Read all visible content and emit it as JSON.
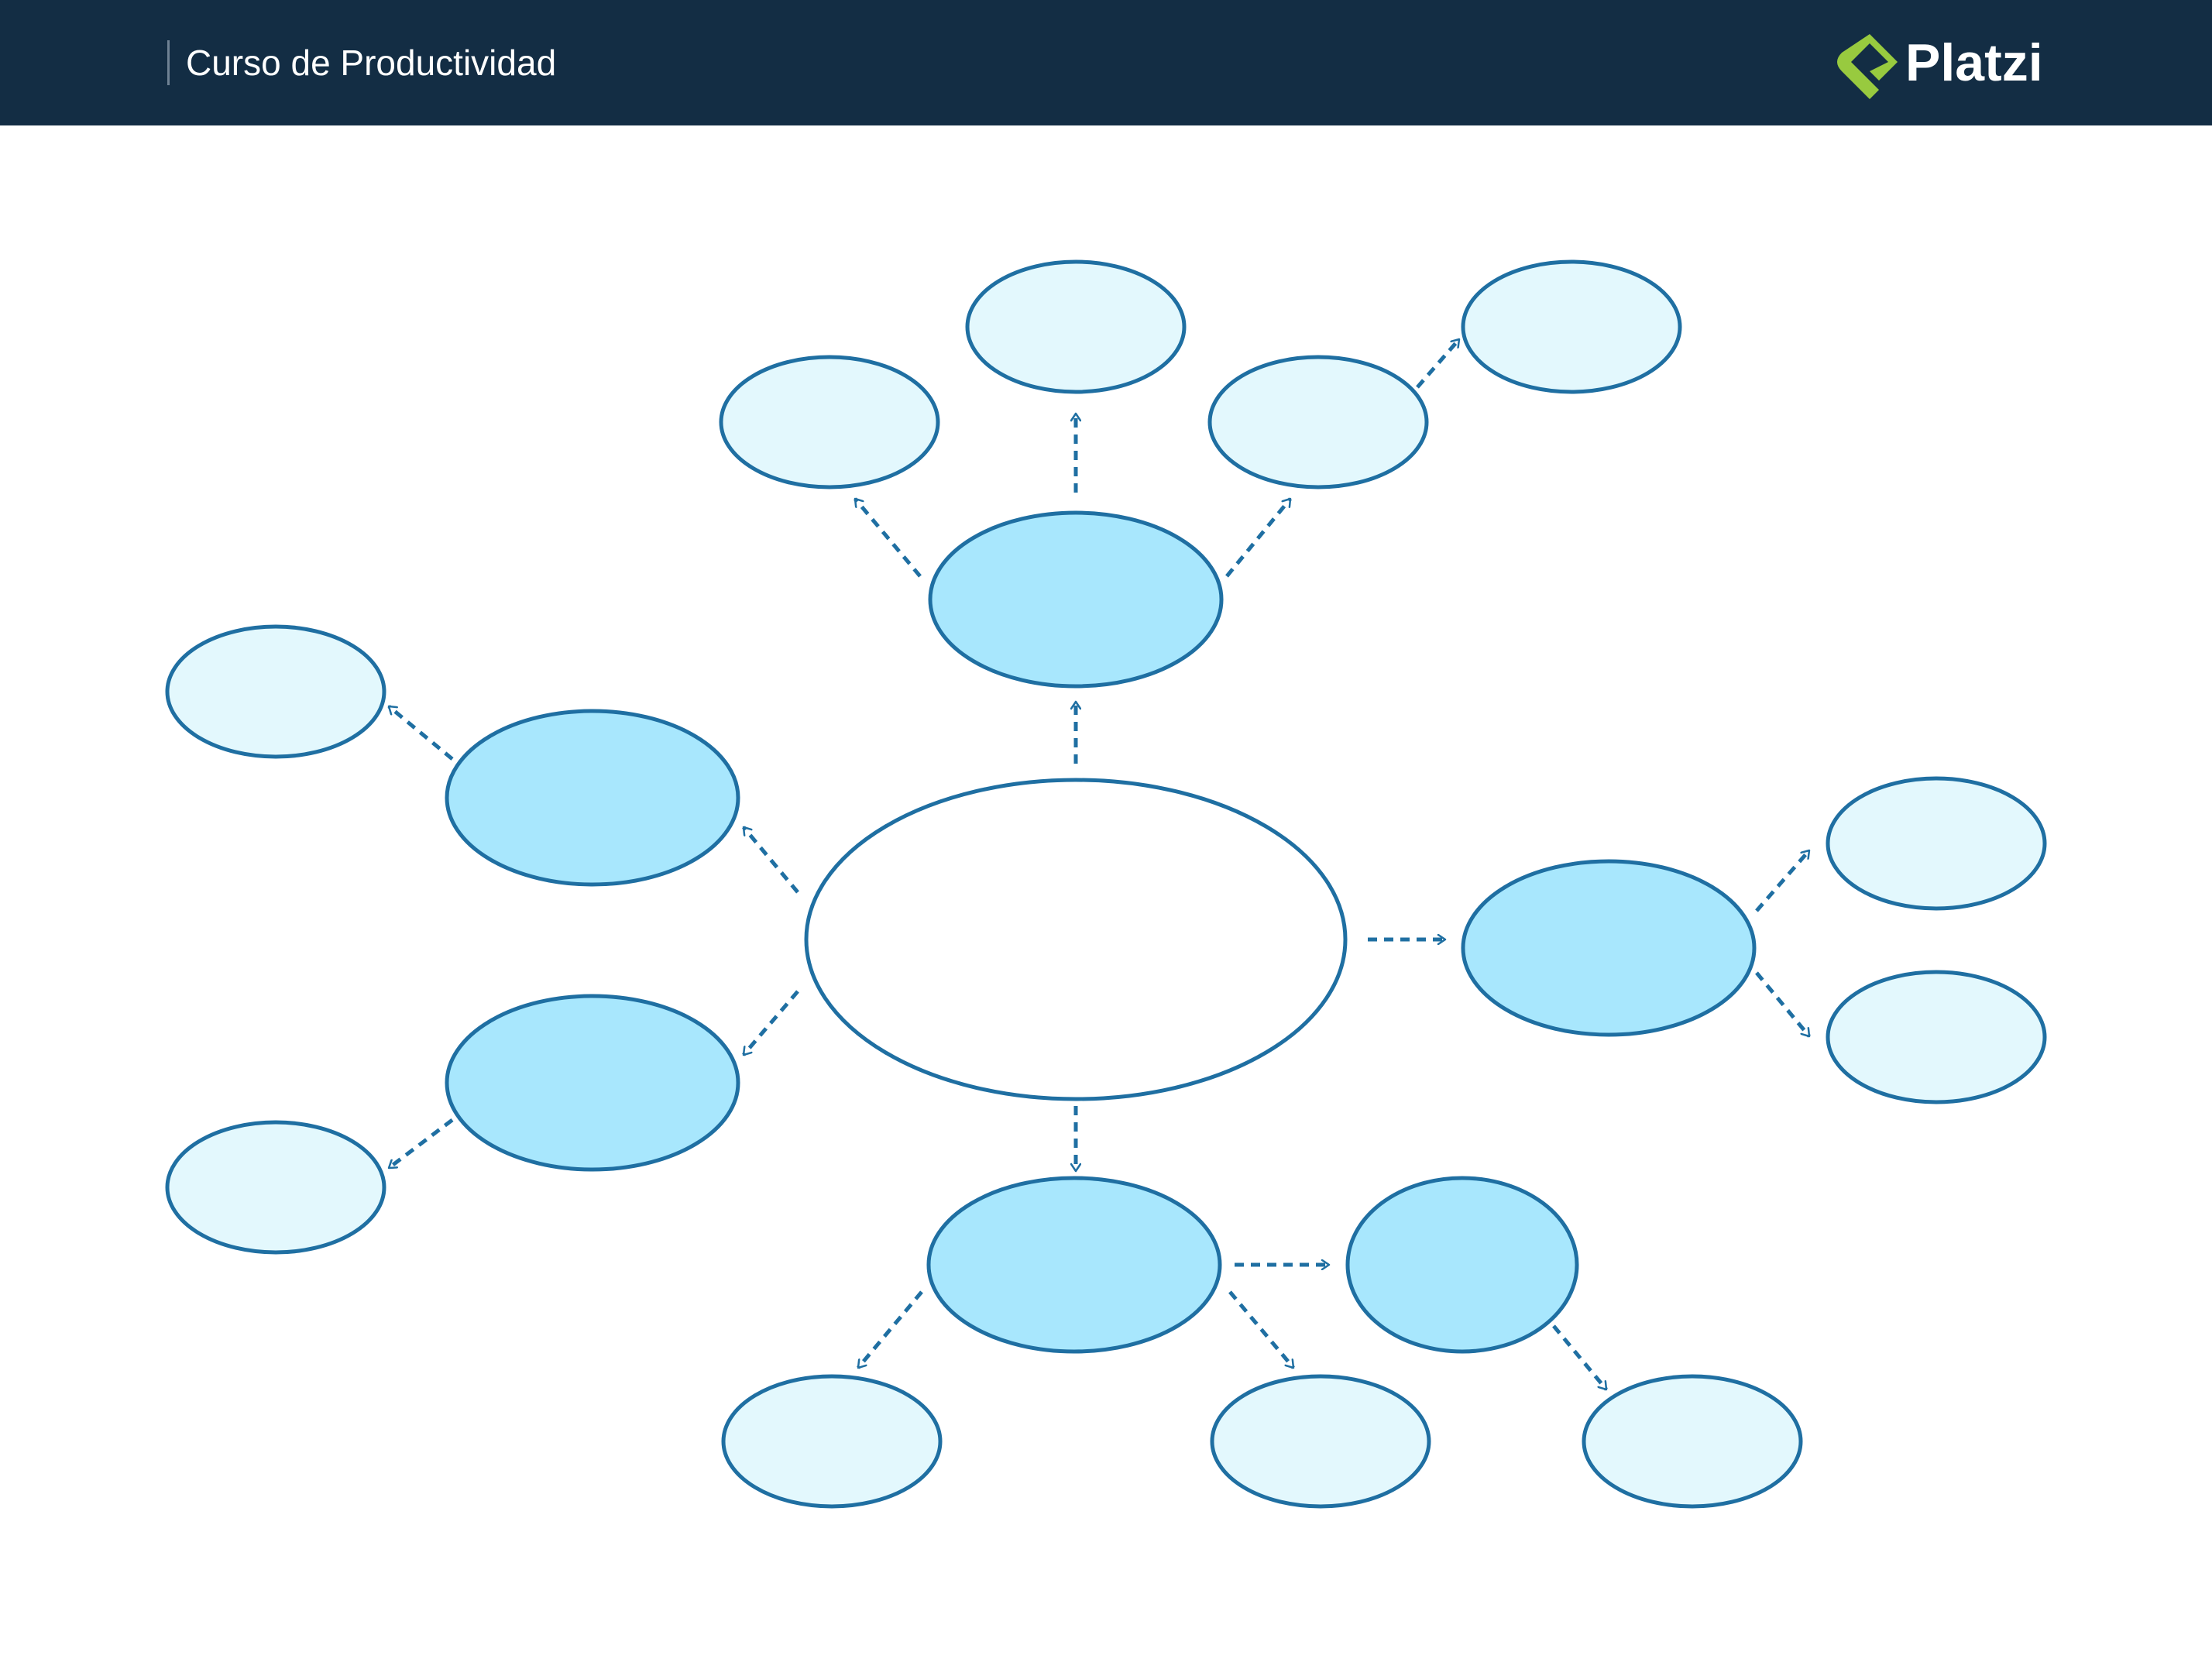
{
  "header": {
    "course_title": "Curso de Productividad",
    "logo_text": "Platzi",
    "logo_icon": "platzi-logo-icon"
  },
  "colors": {
    "header_bg": "#132d44",
    "center_fill": "#ffffff",
    "primary_fill": "#a8e7fd",
    "secondary_fill": "#e3f8fd",
    "stroke": "#1f6fa2",
    "logo_green": "#98ca3f"
  },
  "diagram": {
    "type": "mind-map",
    "nodes": [
      {
        "id": "center",
        "level": 0,
        "text": ""
      },
      {
        "id": "top",
        "level": 1,
        "text": ""
      },
      {
        "id": "left-upper",
        "level": 1,
        "text": ""
      },
      {
        "id": "left-lower",
        "level": 1,
        "text": ""
      },
      {
        "id": "right",
        "level": 1,
        "text": ""
      },
      {
        "id": "bottom",
        "level": 1,
        "text": ""
      },
      {
        "id": "bottom-right",
        "level": 1,
        "text": ""
      },
      {
        "id": "top-left",
        "level": 2,
        "text": ""
      },
      {
        "id": "top-middle",
        "level": 2,
        "text": ""
      },
      {
        "id": "top-right",
        "level": 2,
        "text": ""
      },
      {
        "id": "top-far-right",
        "level": 2,
        "text": ""
      },
      {
        "id": "far-left-upper",
        "level": 2,
        "text": ""
      },
      {
        "id": "far-left-lower",
        "level": 2,
        "text": ""
      },
      {
        "id": "right-upper",
        "level": 2,
        "text": ""
      },
      {
        "id": "right-lower",
        "level": 2,
        "text": ""
      },
      {
        "id": "bottom-left",
        "level": 2,
        "text": ""
      },
      {
        "id": "bottom-middle",
        "level": 2,
        "text": ""
      },
      {
        "id": "bottom-far-right",
        "level": 2,
        "text": ""
      }
    ],
    "edges": [
      {
        "from": "center",
        "to": "top"
      },
      {
        "from": "center",
        "to": "left-upper"
      },
      {
        "from": "center",
        "to": "left-lower"
      },
      {
        "from": "center",
        "to": "right"
      },
      {
        "from": "center",
        "to": "bottom"
      },
      {
        "from": "top",
        "to": "top-left"
      },
      {
        "from": "top",
        "to": "top-middle"
      },
      {
        "from": "top",
        "to": "top-right"
      },
      {
        "from": "top-right",
        "to": "top-far-right"
      },
      {
        "from": "left-upper",
        "to": "far-left-upper"
      },
      {
        "from": "left-lower",
        "to": "far-left-lower"
      },
      {
        "from": "right",
        "to": "right-upper"
      },
      {
        "from": "right",
        "to": "right-lower"
      },
      {
        "from": "bottom",
        "to": "bottom-left"
      },
      {
        "from": "bottom",
        "to": "bottom-middle"
      },
      {
        "from": "bottom",
        "to": "bottom-right"
      },
      {
        "from": "bottom-right",
        "to": "bottom-far-right"
      }
    ]
  }
}
